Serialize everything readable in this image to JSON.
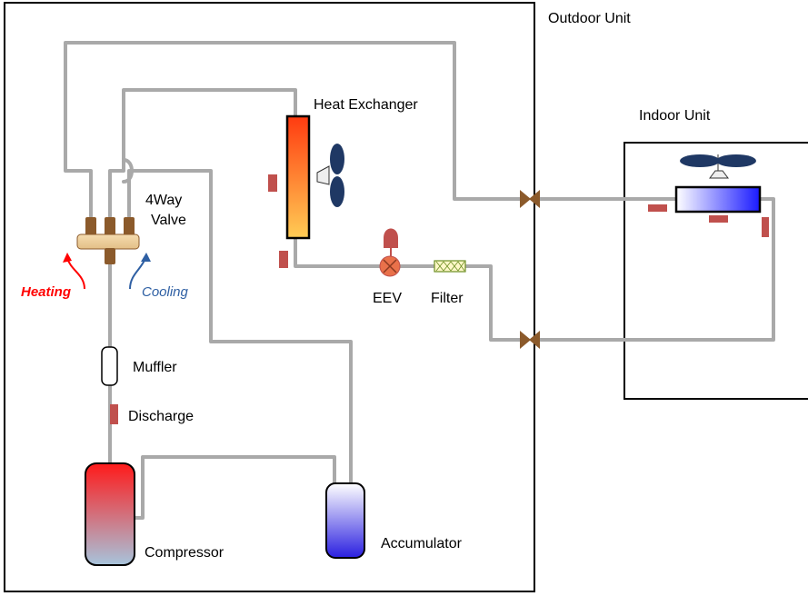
{
  "labels": {
    "outdoor_unit": "Outdoor Unit",
    "indoor_unit": "Indoor Unit",
    "heat_exchanger": "Heat Exchanger",
    "four_way_valve_line1": "4Way",
    "four_way_valve_line2": "Valve",
    "heating": "Heating",
    "cooling": "Cooling",
    "muffler": "Muffler",
    "discharge": "Discharge",
    "eev": "EEV",
    "filter": "Filter",
    "compressor": "Compressor",
    "accumulator": "Accumulator"
  },
  "colors": {
    "pipe": "#a9a9a9",
    "sensor": "#c0504d",
    "valve": "#8b5a2b",
    "fan": "#1f3864",
    "heating": "#ff0000",
    "cooling": "#2e5fa3",
    "compressor_top": "#ff1a1a",
    "compressor_bottom": "#a7c4dc",
    "accumulator": "#2a1fe0",
    "indoor_coil": "#1a1aff"
  }
}
